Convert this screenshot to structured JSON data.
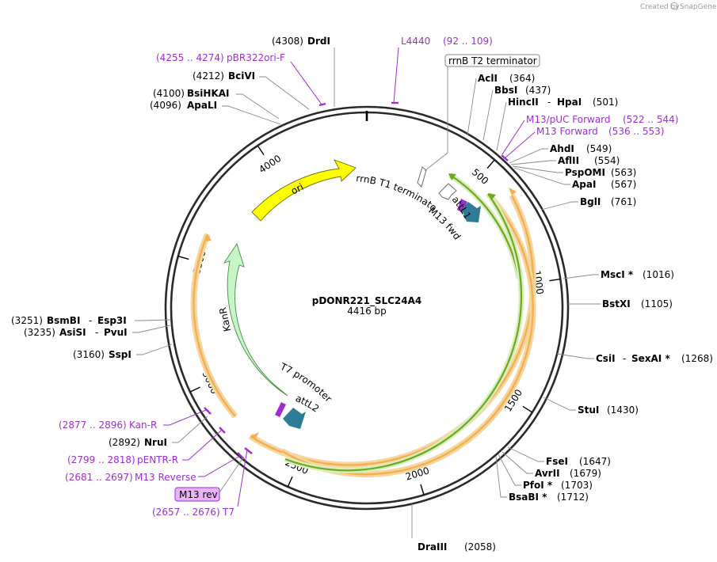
{
  "header": {
    "created_by": "Created by",
    "brand": "SnapGene"
  },
  "plasmid": {
    "name": "pDONR221_SLC24A4",
    "length": "4416 bp"
  },
  "ticks": [
    "500",
    "1000",
    "1500",
    "2000",
    "2500",
    "3000",
    "3500",
    "4000"
  ],
  "enzymes": {
    "drdI": {
      "pos": "(4308)",
      "name": "DrdI"
    },
    "bciVI": {
      "pos": "(4212)",
      "name": "BciVI"
    },
    "bsiHKAI": {
      "pos": "(4100)",
      "name": "BsiHKAI"
    },
    "apaLI": {
      "pos": "(4096)",
      "name": "ApaLI"
    },
    "aclI": {
      "name": "AclI",
      "pos": "(364)"
    },
    "bbsI": {
      "name": "BbsI",
      "pos": "(437)"
    },
    "hincII": {
      "name": "HincII",
      "sep": "-",
      "name2": "HpaI",
      "pos": "(501)"
    },
    "ahdI": {
      "name": "AhdI",
      "pos": "(549)"
    },
    "aflII": {
      "name": "AflII",
      "pos": "(554)"
    },
    "pspOMI": {
      "name": "PspOMI",
      "pos": "(563)"
    },
    "apaI": {
      "name": "ApaI",
      "pos": "(567)"
    },
    "bglI": {
      "name": "BglI",
      "pos": "(761)"
    },
    "mscI": {
      "name": "MscI *",
      "pos": "(1016)"
    },
    "bstXI": {
      "name": "BstXI",
      "pos": "(1105)"
    },
    "csiI": {
      "name": "CsiI",
      "sep": "-",
      "name2": "SexAI *",
      "pos": "(1268)"
    },
    "stuI": {
      "name": "StuI",
      "pos": "(1430)"
    },
    "fseI": {
      "name": "FseI",
      "pos": "(1647)"
    },
    "avrII": {
      "name": "AvrII",
      "pos": "(1679)"
    },
    "pfoI": {
      "name": "PfoI *",
      "pos": "(1703)"
    },
    "bsaBI": {
      "name": "BsaBI *",
      "pos": "(1712)"
    },
    "draIII": {
      "name": "DraIII",
      "pos": "(2058)"
    },
    "bsmBI": {
      "pos": "(3251)",
      "name": "BsmBI",
      "sep": "-",
      "name2": "Esp3I"
    },
    "asiSI": {
      "pos": "(3235)",
      "name": "AsiSI",
      "sep": "-",
      "name2": "PvuI"
    },
    "sspI": {
      "pos": "(3160)",
      "name": "SspI"
    },
    "nruI": {
      "pos": "(2892)",
      "name": "NruI"
    }
  },
  "primers": {
    "l4440": {
      "name": "L4440",
      "range": "(92 .. 109)"
    },
    "pbr322": {
      "range": "(4255 .. 4274)",
      "name": "pBR322ori-F"
    },
    "m13puc": {
      "name": "M13/pUC Forward",
      "range": "(522 .. 544)"
    },
    "m13fwd_site": {
      "name": "M13 Forward",
      "range": "(536 .. 553)"
    },
    "kanr": {
      "range": "(2877 .. 2896)",
      "name": "Kan-R"
    },
    "pentr": {
      "range": "(2799 .. 2818)",
      "name": "pENTR-R"
    },
    "m13rev_site": {
      "range": "(2681 .. 2697)",
      "name": "M13 Reverse"
    },
    "m13rev_box": {
      "name": "M13 rev"
    },
    "t7": {
      "range": "(2657 .. 2676)",
      "name": "T7"
    }
  },
  "features": {
    "rrnb_t2": "rrnB T2 terminator",
    "rrnb_t1": "rrnB T1 terminator",
    "m13_fwd": "M13 fwd",
    "attl1": "attL1",
    "attl2": "attL2",
    "t7_promoter": "T7 promoter",
    "ori": "ori",
    "kanr": "KanR"
  },
  "colors": {
    "ori": "#ffff00",
    "kanr": "#c6f5c6",
    "insert": "#f3b04c",
    "green": "#6fa81b",
    "att": "#2f7c98",
    "primer": "#9b2fd0"
  }
}
